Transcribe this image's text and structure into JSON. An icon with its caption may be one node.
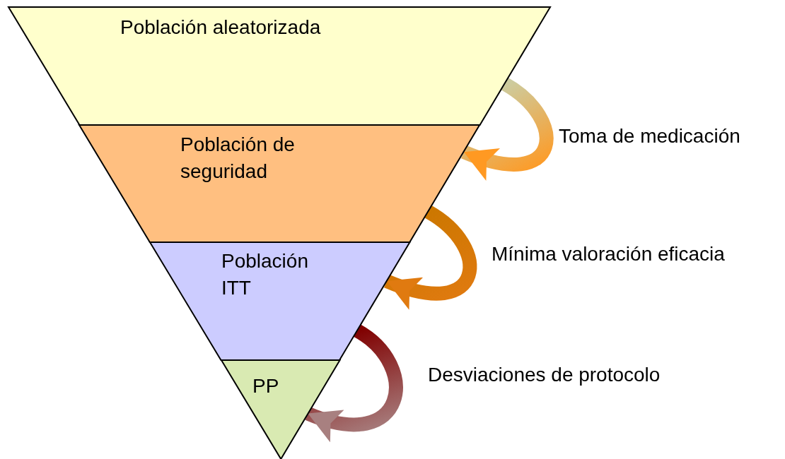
{
  "diagram": {
    "nodes": [
      {
        "text": [
          "Población aleatorizada"
        ]
      },
      {
        "text": [
          "Población de seguridad"
        ]
      },
      {
        "text": [
          "Población ITT"
        ]
      },
      {
        "text": [
          "PP"
        ]
      }
    ],
    "edges": [
      {
        "from": 0,
        "to": 1,
        "arrow": "to",
        "label": "Toma de medicación",
        "style": "thick",
        "color": "#ff9922"
      },
      {
        "from": 1,
        "to": 2,
        "arrow": "to",
        "label": "Mínima valoración eficacia",
        "style": "thick",
        "color": "#e07a10"
      },
      {
        "from": 2,
        "to": 3,
        "arrow": "to",
        "label": "Desviaciones de protocolo",
        "style": "thick",
        "color": "#a88080"
      }
    ]
  }
}
